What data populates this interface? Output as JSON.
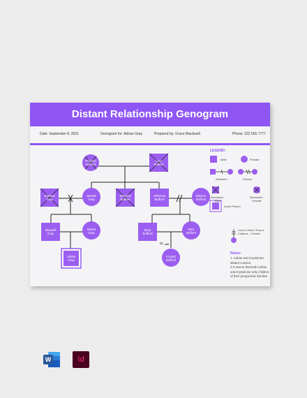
{
  "title": "Distant Relationship Genogram",
  "info": {
    "date": "Date: September 8, 2031",
    "genogram_for": "Genogram for: Adrian Gray",
    "prepared_by": "Prepared by: Grace Blackwell",
    "phone": "Phone: 222 555 7777"
  },
  "nodes": {
    "grandfather": "Richard\nBufford",
    "grandmother": "Lucy\nBufford",
    "edward": "Edward\nGray",
    "janette": "Janette\nGray",
    "maxwell_top": "Maxwell\nBufford",
    "jefferson": "Jefferson\nBufford",
    "maxine": "Maxine\nBufford",
    "maxwell_gray": "Maxwell\nGray",
    "shane": "Shane\nGray",
    "adrian": "Adrian\nGray",
    "brad": "Brad\nBufford",
    "alice": "Alice\nBufford",
    "krystal": "Krystal\nBufford"
  },
  "twin_mark": "d1",
  "legend": {
    "title": "LEGEND:",
    "male": "Male",
    "female": "Female",
    "widowed": "Widowed",
    "divorce": "Divorce",
    "deceased_male": "Deceased - Male",
    "deceased_female": "Deceased - Female",
    "index_person": "Index Person",
    "lives_in_more": "Lives in More Than a Cultures - Female"
  },
  "notes": {
    "title": "Notes:",
    "line1": "1. Adrian and Krystal are distant cousins.",
    "line2": "2.It seems that both Adrian and Krystal are only children of their prospective families."
  },
  "colors": {
    "purple": "#8f55f5",
    "node": "#9c5ef0",
    "word_blue": "#2b579a",
    "indesign_bg": "#49021f",
    "indesign_fg": "#ff3366"
  },
  "app_icons": {
    "word": "W",
    "indesign": "Id"
  }
}
